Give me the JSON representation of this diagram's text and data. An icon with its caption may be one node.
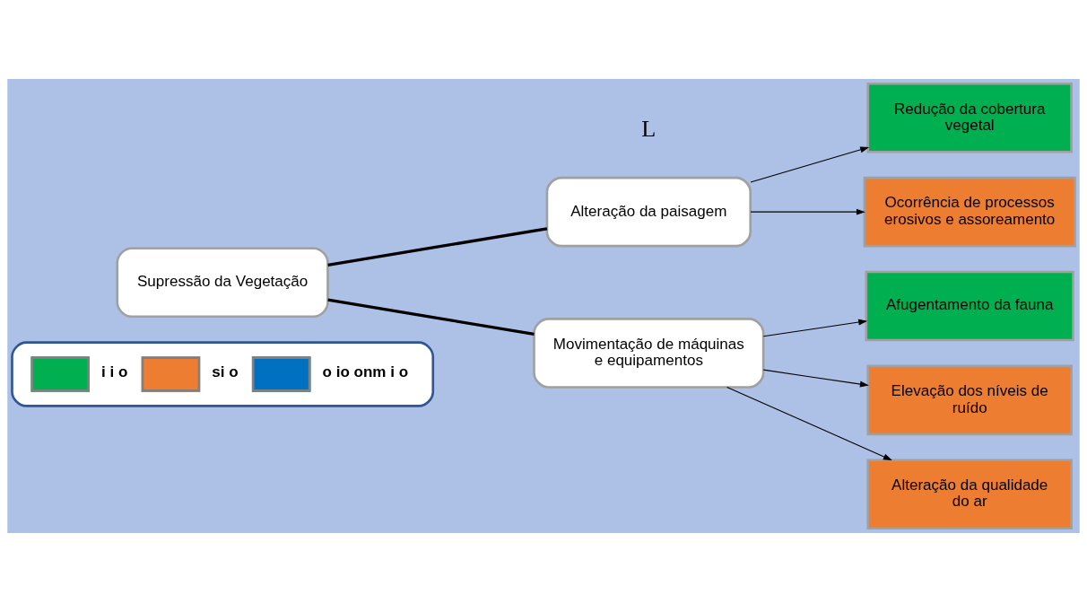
{
  "diagram": {
    "nodes": [
      {
        "text": [
          "Supressão da Vegetação"
        ]
      },
      {
        "text": [
          "Alteração da paisagem"
        ]
      },
      {
        "text": [
          "Movimentação de máquinas e equipamentos"
        ]
      },
      {
        "text": [
          "Redução da cobertura vegetal"
        ]
      },
      {
        "text": [
          "Ocorrência de processos erosivos e assoreamento"
        ]
      },
      {
        "text": [
          "Afugentamento da fauna"
        ]
      },
      {
        "text": [
          "Elevação dos níveis de ruído"
        ]
      },
      {
        "text": [
          "Alteração da qualidade do ar"
        ]
      }
    ],
    "edges": [
      {
        "from": 0,
        "to": 1,
        "arrow": "none",
        "style": "thick"
      },
      {
        "from": 0,
        "to": 2,
        "arrow": "none",
        "style": "thick"
      },
      {
        "from": 1,
        "to": 3,
        "arrow": "to"
      },
      {
        "from": 1,
        "to": 4,
        "arrow": "to"
      },
      {
        "from": 2,
        "to": 5,
        "arrow": "to"
      },
      {
        "from": 2,
        "to": 6,
        "arrow": "to"
      },
      {
        "from": 2,
        "to": 7,
        "arrow": "to"
      }
    ],
    "labels": [
      "L"
    ],
    "legend": [
      {
        "text": "i i o",
        "color": "#00b050"
      },
      {
        "text": "si o",
        "color": "#ed7d31"
      },
      {
        "text": "o io onm i o",
        "color": "#0070c0"
      }
    ]
  }
}
